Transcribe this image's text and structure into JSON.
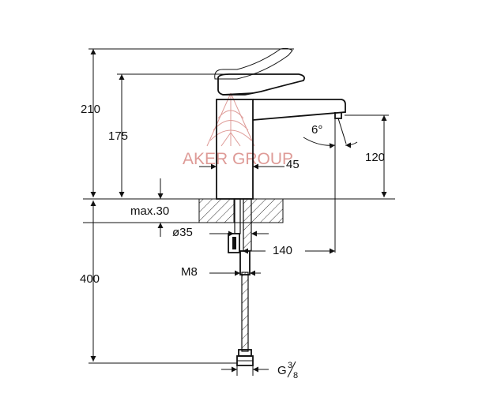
{
  "dimensions": {
    "total_height": "210",
    "spout_height": "175",
    "max_thickness": "max.30",
    "body_width": "45",
    "outlet_height": "120",
    "angle": "6°",
    "hole_diameter": "ø35",
    "reach": "140",
    "thread": "M8",
    "hose_length": "400",
    "connection_prefix": "G",
    "connection_fraction_num": "3",
    "connection_fraction_den": "8"
  },
  "watermark": {
    "text": "AKER GROUP"
  },
  "colors": {
    "line": "#111111",
    "watermark": "#d98a86",
    "hatch": "#333333"
  }
}
